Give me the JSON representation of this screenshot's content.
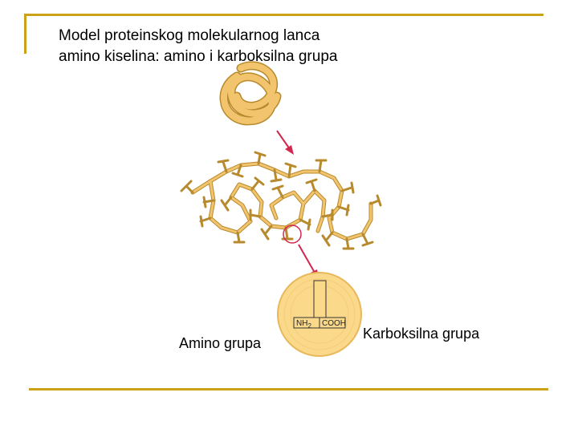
{
  "title": {
    "line1": "Model proteinskog molekularnog lanca",
    "line2": "amino kiselina: amino i karboksilna grupa"
  },
  "labels": {
    "amino": "Amino grupa",
    "carboxyl": "Karboksilna grupa",
    "nh": "NH",
    "nh_sub": "2",
    "cooh": "COOH"
  },
  "colors": {
    "frame": "#c9a21a",
    "protein_fill": "#f2c46e",
    "protein_stroke": "#b88a2e",
    "arrow": "#d0284f",
    "circle_fill": "#fbd98a"
  }
}
